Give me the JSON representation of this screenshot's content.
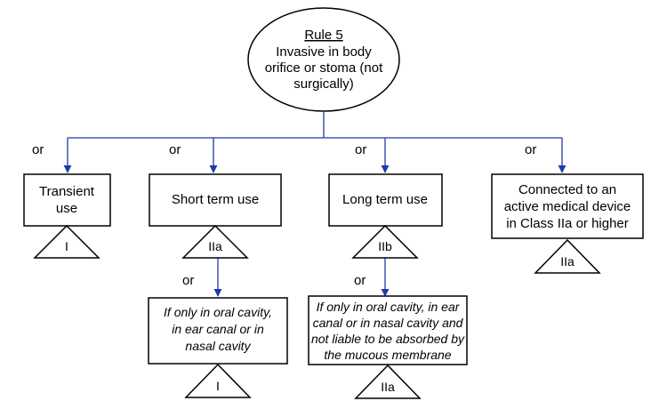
{
  "root": {
    "title": "Rule 5",
    "lines": [
      "Invasive in body",
      "orifice or stoma (not",
      "surgically)"
    ]
  },
  "branch_label": "or",
  "level1": [
    {
      "lines": [
        "Transient",
        "use"
      ],
      "class": "I"
    },
    {
      "lines": [
        "Short term use"
      ],
      "class": "IIa"
    },
    {
      "lines": [
        "Long term use"
      ],
      "class": "IIb"
    },
    {
      "lines": [
        "Connected to an",
        "active medical device",
        "in Class IIa or higher"
      ],
      "class": "IIa"
    }
  ],
  "level2": [
    {
      "lines": [
        "If only in oral cavity,",
        "in ear canal or in",
        "nasal cavity"
      ],
      "class": "I"
    },
    {
      "lines": [
        "If only in oral cavity, in ear",
        "canal or in nasal cavity and",
        "not liable to be absorbed by",
        "the mucous membrane"
      ],
      "class": "IIa"
    }
  ],
  "colors": {
    "connector": "#1f3aa6",
    "stroke": "#000000"
  }
}
